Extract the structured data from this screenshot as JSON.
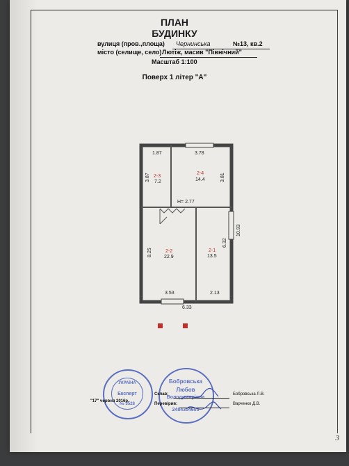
{
  "header": {
    "title_line1": "ПЛАН",
    "title_line2": "БУДИНКУ"
  },
  "address": {
    "street_label": "вулиця (пров.,площа)",
    "street_value": "Чернинська",
    "house_label": "№13, кв.2",
    "city_label": "місто (селище, село)",
    "city_value": "Лютіж, масив \"Північний\"",
    "scale": "Масштаб 1:100"
  },
  "floor_title": "Поверх 1 літер \"А\"",
  "plan": {
    "dims": {
      "top_left": "1.87",
      "top_right": "3.78",
      "left_upper": "3.87",
      "mid_upper": "3.81",
      "height": "Н= 2.77",
      "left_lower": "8.25",
      "mid_lower": "6.32",
      "right_total": "10.93",
      "bottom_left": "3.53",
      "bottom_right": "2.13",
      "bottom_total": "6.33"
    },
    "rooms": [
      {
        "code": "2-3",
        "area": "7.2"
      },
      {
        "code": "2-4",
        "area": "14.4"
      },
      {
        "code": "2-2",
        "area": "22.9"
      },
      {
        "code": "2-1",
        "area": "13.5"
      }
    ]
  },
  "stamps": {
    "expert_stamp": {
      "top": "УКРАЇНА",
      "middle": "Експерт",
      "bottom": "№ 3528"
    },
    "round_stamp": {
      "line1": "Бобровська",
      "line2": "Любов",
      "line3": "Володимирівна",
      "line4": "2484304605"
    }
  },
  "signatures": {
    "date": "\"17\" червня 2016р.",
    "drew_label": "Склав:",
    "drew_name": "Бобровська Л.В.",
    "checked_label": "Перевірив:",
    "checked_name": "Варченко Д.В."
  },
  "page_number": "3",
  "colors": {
    "accent_red": "#c0302b",
    "stamp_blue": "#5b6fc0"
  }
}
